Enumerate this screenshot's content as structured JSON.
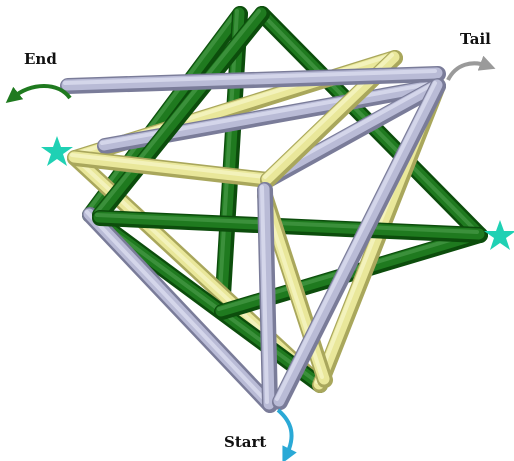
{
  "labels": {
    "end": "End",
    "tail": "Tail",
    "start": "Start"
  },
  "colors": {
    "green": "#1f7a1f",
    "yellow": "#e9e79a",
    "lavender": "#b9bbd6",
    "star": "#1fd1b4",
    "arrow_end": "#1f7a1f",
    "arrow_tail": "#9a9a9a",
    "arrow_start": "#2aa9d6"
  },
  "icons": [
    "star-icon",
    "star-icon",
    "curved-arrow-icon",
    "curved-arrow-icon",
    "curved-arrow-icon"
  ]
}
